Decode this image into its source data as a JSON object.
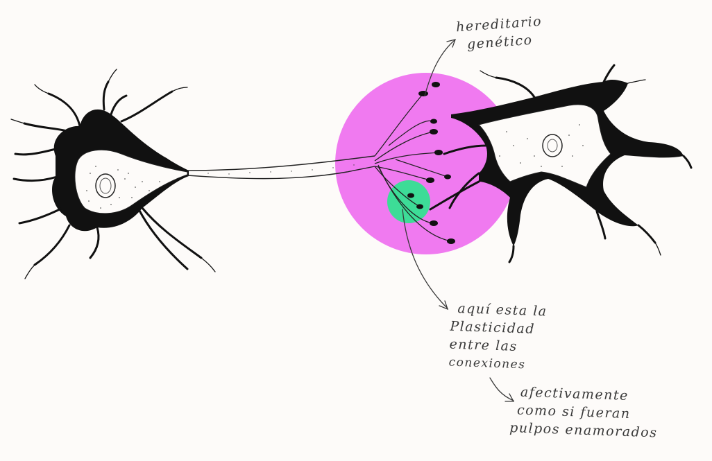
{
  "colors": {
    "background": "#fdfbf9",
    "synapse_region": "#f07af0",
    "plasticity_spot": "#3ddc97",
    "ink": "#1a1a1a",
    "handwriting": "#3a3a3a"
  },
  "annotations": {
    "hereditary": {
      "lines": [
        "hereditario",
        "genético"
      ]
    },
    "plasticity": {
      "lines": [
        "aquí esta la",
        "Plasticidad",
        "entre las",
        "conexiones"
      ]
    },
    "affective": {
      "lines": [
        "afectivamente",
        "como si fueran",
        "pulpos enamorados"
      ]
    }
  }
}
